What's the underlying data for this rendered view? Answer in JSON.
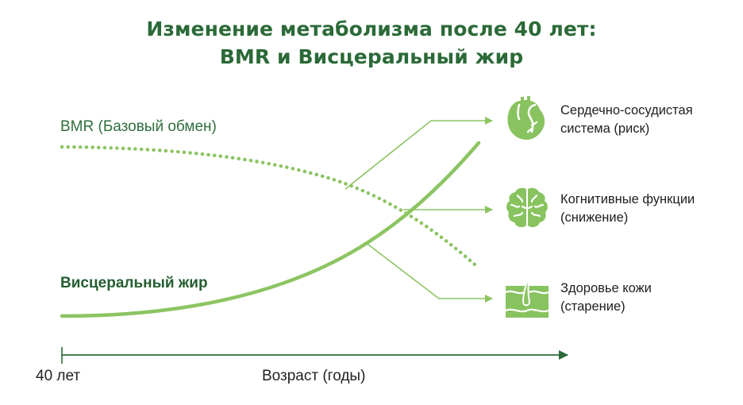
{
  "title": {
    "line1": "Изменение метаболизма после 40 лет:",
    "line2": "BMR и Висцеральный жир"
  },
  "series": {
    "bmr": {
      "label": "BMR (Базовый обмен)",
      "style": "dotted",
      "trend": "decreasing",
      "color": "#8cc462"
    },
    "visceral_fat": {
      "label": "Висцеральный жир",
      "style": "solid",
      "trend": "increasing",
      "color": "#8cc462"
    }
  },
  "axis": {
    "start_label": "40 лет",
    "title": "Возраст (годы)",
    "color": "#2b6a38"
  },
  "effects": [
    {
      "icon": "heart-icon",
      "line1": "Сердечно-сосудистая",
      "line2": "система (риск)"
    },
    {
      "icon": "brain-icon",
      "line1": "Когнитивные функции",
      "line2": "(снижение)"
    },
    {
      "icon": "skin-icon",
      "line1": "Здоровье кожи",
      "line2": "(старение)"
    }
  ],
  "colors": {
    "title": "#2b6a38",
    "accent": "#8cc462",
    "icon_fill": "#88c35f",
    "text": "#1e1e1e"
  }
}
